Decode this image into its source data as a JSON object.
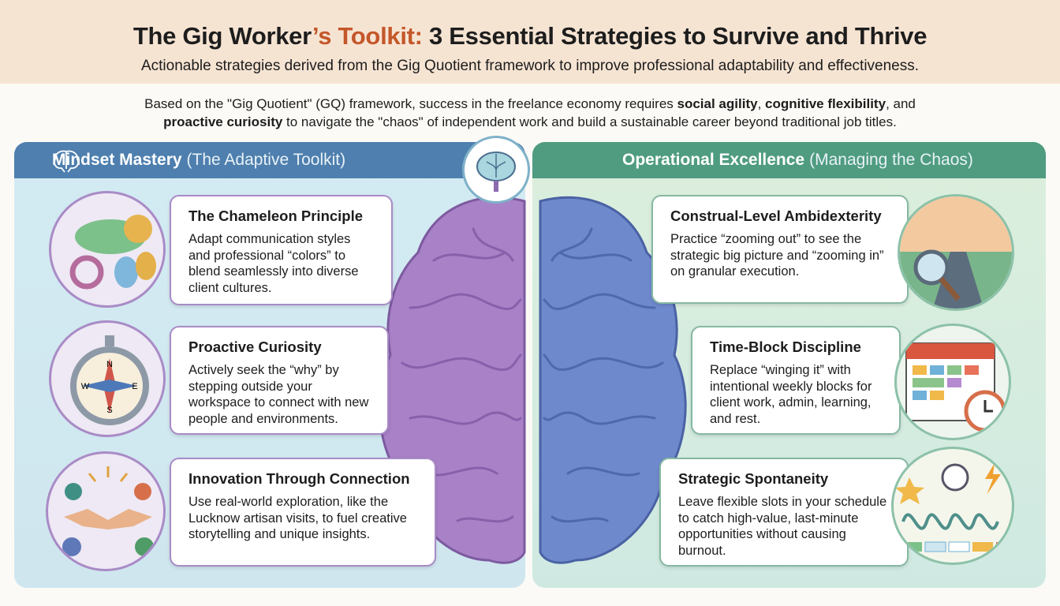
{
  "header": {
    "title_pre": "The Gig Worker",
    "title_acc": "’s Toolkit:",
    "title_post": " 3 Essential Strategies to Survive and Thrive",
    "subtitle": "Actionable strategies derived from the Gig Quotient framework to improve professional adaptability and effectiveness."
  },
  "intro": {
    "p1": "Based on the \"Gig Quotient\" (GQ) framework, success in the freelance economy requires ",
    "b1": "social agility",
    "p2": ", ",
    "b2": "cognitive flexibility",
    "p3": ", and ",
    "b3": "proactive curiosity",
    "p4": " to navigate the \"chaos\" of independent work and build a sustainable career beyond traditional job titles."
  },
  "left": {
    "title": "Mindset Mastery",
    "subtitle": "(The Adaptive Toolkit)",
    "cards": [
      {
        "title": "The Chameleon Principle",
        "body": "Adapt communication styles and professional “colors” to blend seamlessly into diverse client cultures."
      },
      {
        "title": "Proactive Curiosity",
        "body": "Actively seek the “why” by stepping outside your workspace to connect with new people and environments."
      },
      {
        "title": "Innovation Through Connection",
        "body": "Use real-world exploration, like the Lucknow artisan visits, to fuel creative storytelling and unique insights."
      }
    ]
  },
  "right": {
    "title": "Operational Excellence",
    "subtitle": "(Managing the Chaos)",
    "cards": [
      {
        "title": "Construal-Level Ambidexterity",
        "body": "Practice “zooming out” to see the strategic big picture and “zooming in” on granular execution."
      },
      {
        "title": "Time-Block Discipline",
        "body": "Replace “winging it” with intentional weekly blocks for client work, admin, learning, and rest."
      },
      {
        "title": "Strategic Spontaneity",
        "body": "Leave flexible slots in your schedule to catch high-value, last-minute opportunities without causing burnout."
      }
    ]
  },
  "compass": {
    "n": "N",
    "s": "S",
    "e": "E",
    "w": "W"
  },
  "colors": {
    "accent": "#c4572a",
    "left_header": "#4e7fae",
    "right_header": "#4f9c80",
    "brain_left": "#a57fc4",
    "brain_right": "#6a86c9"
  }
}
